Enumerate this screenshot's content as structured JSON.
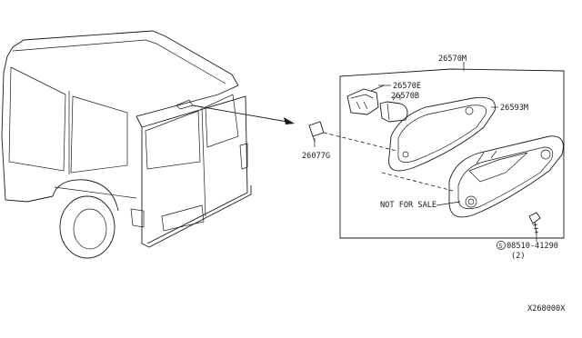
{
  "callouts": {
    "lamp_assembly": "26570M",
    "socket": "26570E",
    "bulb": "26570B",
    "gasket": "26593M",
    "clip": "26077G",
    "screw": "08510-41290",
    "screw_qty": "(2)",
    "note": "NOT FOR SALE"
  },
  "diagram_id": "X268000X",
  "symbols": {
    "screw_prefix": "S"
  }
}
